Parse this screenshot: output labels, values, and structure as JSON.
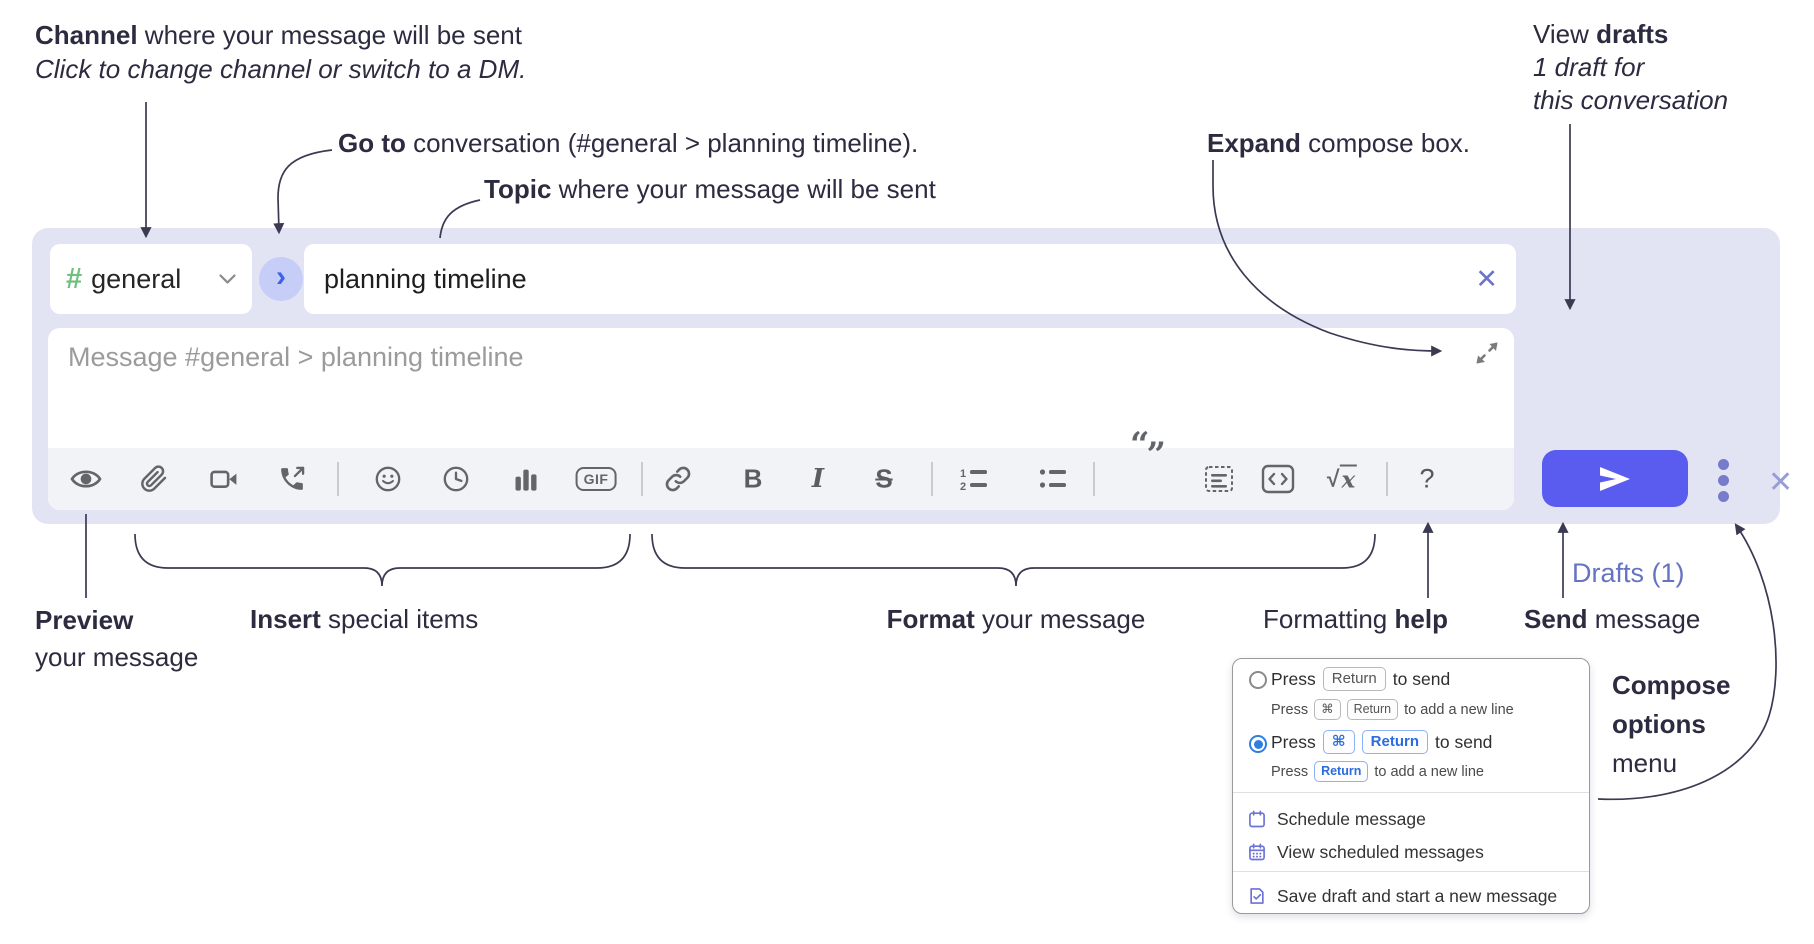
{
  "annotations": {
    "channel": {
      "bold": "Channel",
      "rest": " where your message will be sent",
      "sub": "Click to change channel or switch to a DM."
    },
    "goto": {
      "bold": "Go to",
      "rest": " conversation (#general > planning timeline)."
    },
    "topic": {
      "bold": "Topic",
      "rest": " where your message will be sent"
    },
    "expand": {
      "bold": "Expand",
      "rest": " compose box."
    },
    "view_drafts": {
      "pre": "View ",
      "bold": "drafts",
      "line2": "1 draft for",
      "line3": "this conversation"
    },
    "preview": {
      "bold": "Preview",
      "line2": "your message"
    },
    "insert": {
      "bold": "Insert",
      "rest": " special items"
    },
    "format": {
      "bold": "Format",
      "rest": " your message"
    },
    "help": {
      "pre": "Formatting ",
      "bold": "help"
    },
    "send": {
      "bold": "Send",
      "rest": " message"
    },
    "compose_options": {
      "line1": "Compose",
      "line2": "options",
      "line3": "menu"
    }
  },
  "compose": {
    "channel_selector": {
      "hash": "#",
      "label": "general"
    },
    "topic_input": {
      "value": "planning timeline"
    },
    "message_input": {
      "placeholder": "Message #general > planning timeline"
    },
    "drafts_link": "Drafts (1)",
    "icons": {
      "goto_chevron": "›",
      "clear_topic": "✕",
      "close_compose": "✕",
      "quote_open": "“",
      "quote_close": "”"
    },
    "toolbar_labels": {
      "gif": "GIF",
      "bold": "B",
      "italic": "I",
      "strike": "S",
      "math_radical": "√",
      "math_x": "x",
      "help": "?"
    }
  },
  "menu": {
    "option1": {
      "press": "Press",
      "key": "Return",
      "suffix": "to send",
      "sub_press": "Press",
      "sub_key1": "⌘",
      "sub_key2": "Return",
      "sub_suffix": "to add a new line"
    },
    "option2": {
      "press": "Press",
      "key1": "⌘",
      "key2": "Return",
      "suffix": "to send",
      "sub_press": "Press",
      "sub_key": "Return",
      "sub_suffix": "to add a new line"
    },
    "items": {
      "schedule": "Schedule message",
      "view_scheduled": "View scheduled messages",
      "save_draft": "Save draft and start a new message"
    }
  },
  "colors": {
    "compose_bg": "#e2e4f3",
    "send_button": "#5a5bef",
    "drafts_link": "#6673c0",
    "hash_green": "#6fbf7f",
    "goto_blue": "#3c63e9",
    "radio_selected": "#2f7fe0",
    "menu_icon_purple": "#6c72d8",
    "annotation_text": "#2c2b40",
    "toolbar_icon": "#62656a",
    "key_blue": "#2b6ce0"
  }
}
